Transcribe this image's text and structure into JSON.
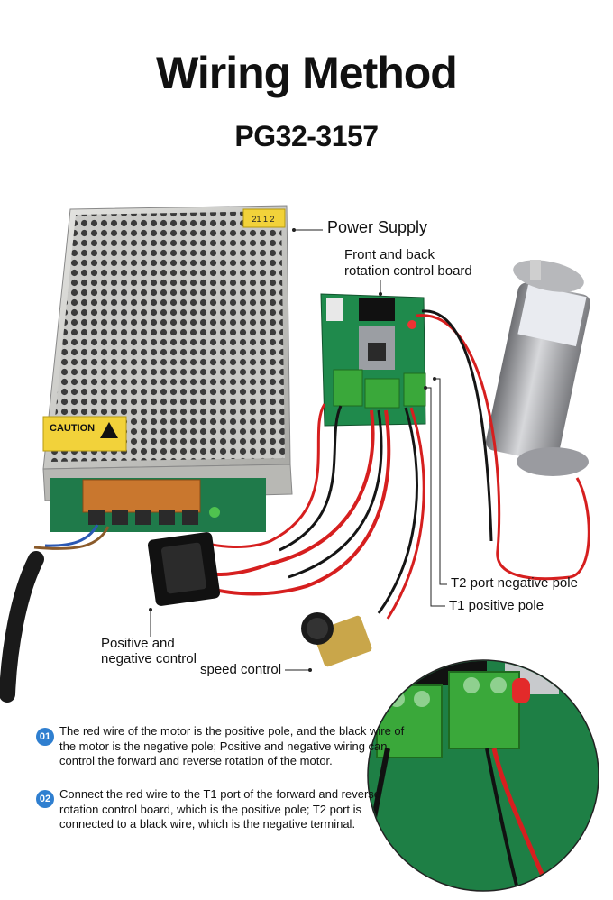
{
  "title": "Wiring Method",
  "model": "PG32-3157",
  "labels": {
    "power_supply": "Power Supply",
    "control_board_line1": "Front and back",
    "control_board_line2": "rotation control board",
    "t2_port": "T2 port negative pole",
    "t1_port": "T1 positive pole",
    "switch_line1": "Positive and",
    "switch_line2": "negative control",
    "speed_control": "speed control"
  },
  "power_supply_stickers": {
    "caution": "CAUTION",
    "voltage": "21 1 2"
  },
  "notes": [
    {
      "number": "01",
      "text": "The red wire of the motor is the positive pole, and the black wire of the motor is the negative pole; Positive and negative wiring can control the forward and reverse rotation of the motor."
    },
    {
      "number": "02",
      "text": "Connect the red wire to the T1 port of the forward and reverse rotation control board, which is the positive pole; T2 port is connected to a black wire, which is the negative terminal."
    }
  ],
  "colors": {
    "badge": "#2f7fd0",
    "pcb": "#1f8a4c",
    "terminal": "#3aa83a",
    "wire_red": "#d61f1f",
    "wire_black": "#151515"
  }
}
